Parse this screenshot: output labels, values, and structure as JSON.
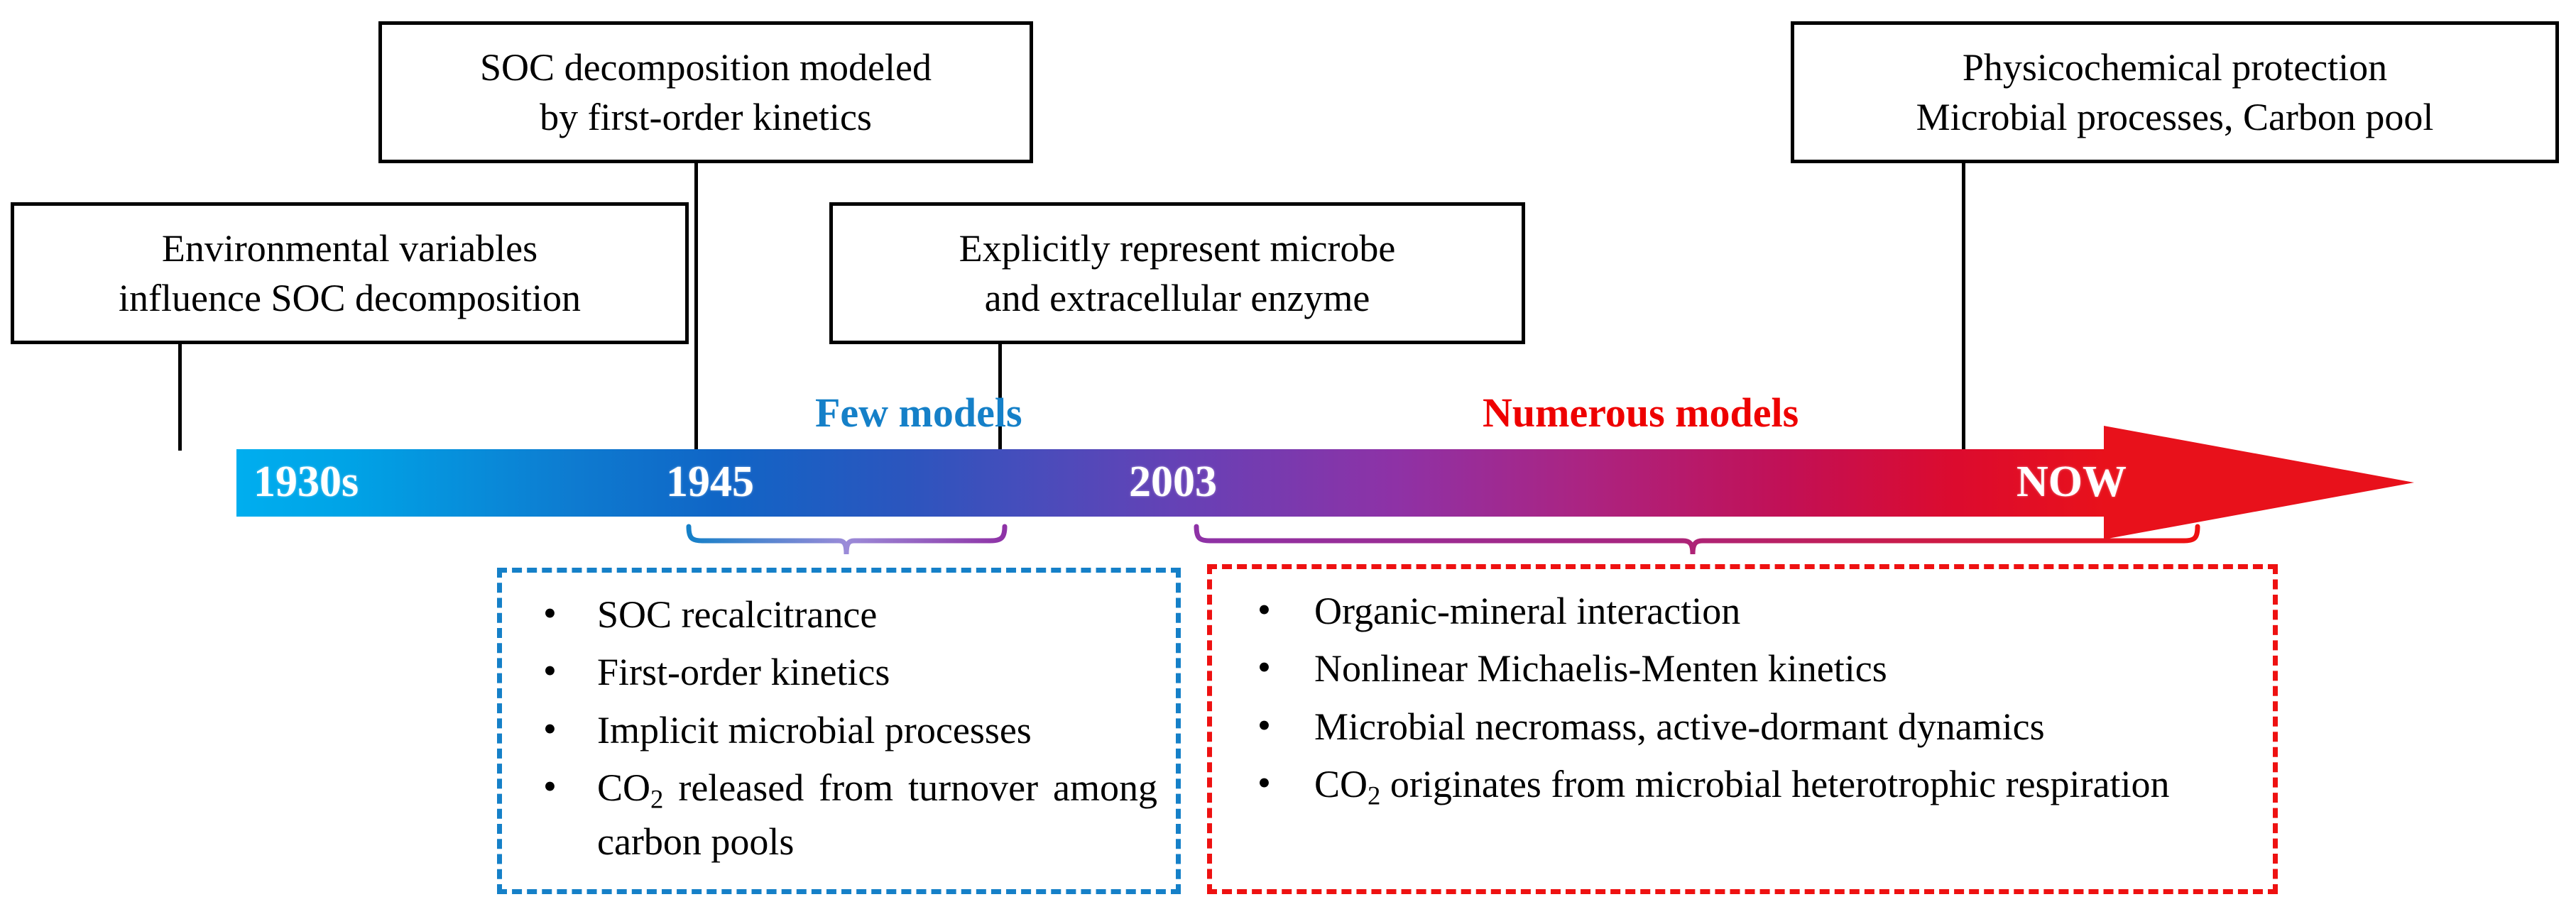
{
  "figure": {
    "type": "timeline",
    "title_present": false
  },
  "callouts": [
    {
      "id": "environmental-variables",
      "lines": [
        "Environmental variables",
        "influence SOC decomposition"
      ],
      "anchor_year": "1930s"
    },
    {
      "id": "soc-decomposition-first-order",
      "lines": [
        "SOC decomposition modeled",
        "by first-order kinetics"
      ],
      "anchor_year": "1945"
    },
    {
      "id": "explicit-microbe-enzyme",
      "lines": [
        "Explicitly represent microbe",
        "and extracellular enzyme"
      ],
      "anchor_year": "2003"
    },
    {
      "id": "physicochemical-protection",
      "lines": [
        "Physicochemical protection",
        "Microbial processes, Carbon pool"
      ],
      "anchor_year": "NOW"
    }
  ],
  "era_labels": {
    "few": "Few models",
    "numerous": "Numerous models",
    "few_color": "#1580C8",
    "numerous_color": "#EE0000"
  },
  "timeline": {
    "ticks": [
      "1930s",
      "1945",
      "2003",
      "NOW"
    ],
    "gradient_stops": [
      "#00AEEF",
      "#1065C6",
      "#4A4CBB",
      "#8E32A6",
      "#C21055",
      "#E8111B"
    ],
    "arrow_direction": "right",
    "arrow_color": "#E8111B"
  },
  "panels": {
    "early": {
      "border_color": "#1580C8",
      "border_style": "dashed",
      "bullets": [
        {
          "text": "SOC recalcitrance"
        },
        {
          "text": "First-order kinetics"
        },
        {
          "text": "Implicit microbial processes"
        },
        {
          "text_pre": "CO",
          "subscript": "2",
          "text_post": " released from turnover among carbon pools"
        }
      ]
    },
    "modern": {
      "border_color": "#EE1111",
      "border_style": "dashed",
      "bullets": [
        {
          "text": "Organic-mineral interaction"
        },
        {
          "text": "Nonlinear Michaelis-Menten kinetics"
        },
        {
          "text": "Microbial necromass, active-dormant dynamics"
        },
        {
          "text_pre": "CO",
          "subscript": "2",
          "text_post": " originates from microbial heterotrophic respiration"
        }
      ]
    }
  },
  "braces": {
    "early_color_start": "#1580C8",
    "early_color_end": "#8E32A6",
    "modern_color_start": "#8E32A6",
    "modern_color_end": "#EE1111"
  }
}
